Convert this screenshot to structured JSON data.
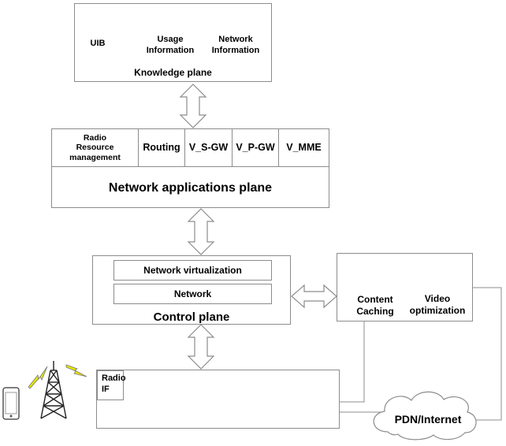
{
  "knowledge_plane": {
    "title": "Knowledge plane",
    "databases": [
      {
        "line1": "UIB",
        "line2": ""
      },
      {
        "line1": "Usage",
        "line2": "Information"
      },
      {
        "line1": "Network",
        "line2": "Information"
      }
    ]
  },
  "applications_plane": {
    "title": "Network applications plane",
    "apps": [
      {
        "lines": [
          "Radio",
          "Resource",
          "management"
        ]
      },
      {
        "lines": [
          "Routing"
        ]
      },
      {
        "lines": [
          "V_S-GW"
        ]
      },
      {
        "lines": [
          "V_P-GW"
        ]
      },
      {
        "lines": [
          "V_MME"
        ]
      }
    ]
  },
  "control_plane": {
    "title": "Control plane",
    "layers": [
      "Network virtualization",
      "Network"
    ]
  },
  "services": {
    "caching": {
      "line1": "Content",
      "line2": "Caching"
    },
    "video": {
      "line1": "Video",
      "line2": "optimization"
    }
  },
  "data_plane": {
    "radio_label": {
      "line1": "Radio",
      "line2": "IF"
    },
    "switch_count": 4
  },
  "cloud_label": "PDN/Internet",
  "colors": {
    "border": "#8c8c8c",
    "switch_red": "#c0392b",
    "lightning": "#e6e600"
  }
}
